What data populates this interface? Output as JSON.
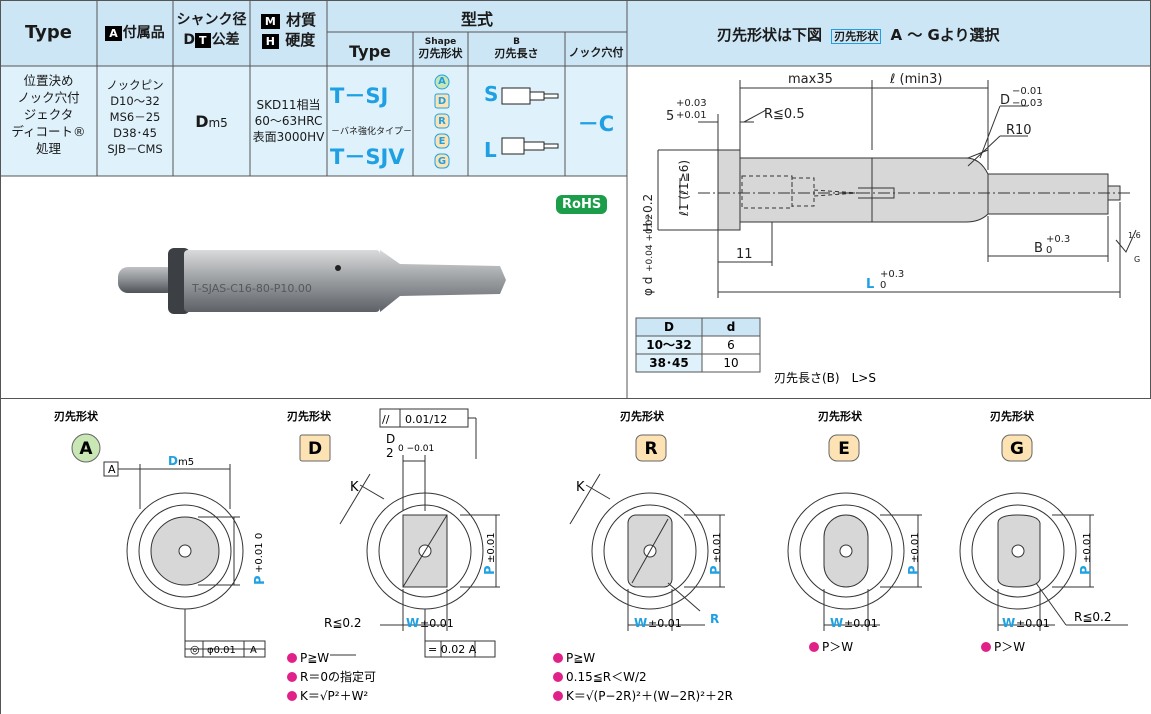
{
  "header": {
    "type": "Type",
    "fuzoku": "付属品",
    "fuzoku_prefix": "A",
    "shank1": "シャンク径",
    "shank2_prefix": "D",
    "shank2_mark": "T",
    "shank2": "公差",
    "mat_prefix": "M",
    "mat": "材質",
    "hard_prefix": "H",
    "hard": "硬度",
    "katashiki": "型式",
    "sub_type": "Type",
    "sub_shape_en": "Shape",
    "sub_shape_jp": "刃先形状",
    "sub_b_en": "B",
    "sub_b_jp": "刃先長さ",
    "sub_knock": "ノック穴付",
    "right_title_a": "刃先形状は下図",
    "right_title_box": "刃先形状",
    "right_title_b": "A ～ Gより選択"
  },
  "row": {
    "type_lines": [
      "位置決め",
      "ノック穴付",
      "ジェクタ",
      "ディコート®",
      "処理"
    ],
    "fuzoku_lines": [
      "ノックピン",
      "D10～32",
      "MS6－25",
      "D38･45",
      "SJB－CMS"
    ],
    "shank": "D",
    "shank_sub": "m5",
    "mat_lines": [
      "SKD11相当",
      "60～63HRC",
      "表面3000HV"
    ],
    "type1": "T－SJ",
    "type_note": "－バネ強化タイプ－",
    "type2": "T－SJV",
    "shapes": [
      "A",
      "D",
      "R",
      "E",
      "G"
    ],
    "b_s": "S",
    "b_l": "L",
    "knock": "－C",
    "rohs": "RoHS",
    "photo_marking": "T-SJAS-C16-80-P10.00"
  },
  "drawing": {
    "max35": "max35",
    "l_min": "ℓ (min3)",
    "five": "5",
    "five_tol_up": "+0.03",
    "five_tol_dn": "+0.01",
    "r05": "R≦0.5",
    "d_tol_label": "D",
    "d_tol_up": "−0.01",
    "d_tol_dn": "−0.03",
    "r10": "R10",
    "h_label": "H−0.2",
    "l1_label": "ℓ1 (ℓ1≧6)",
    "d_label": "φ d",
    "d_tol": "+0.04 +0.02",
    "eleven": "11",
    "b": "B",
    "b_tol_up": "+0.3",
    "b_tol_dn": "0",
    "L": "L",
    "L_tol_up": "+0.3",
    "L_tol_dn": "0",
    "rough": "1.6",
    "rough_g": "G",
    "table_head": [
      "D",
      "d"
    ],
    "table_rows": [
      [
        "10～32",
        "6"
      ],
      [
        "38･45",
        "10"
      ]
    ],
    "note": "刃先長さ(B)　L>S"
  },
  "shapes_section": {
    "title": "刃先形状",
    "A": {
      "letter": "A",
      "datum": "A",
      "dim": "D",
      "dim_sub": "m5",
      "p": "P",
      "p_tol": "+0.01 0",
      "fcf_sym": "◎",
      "fcf_val": "φ0.01",
      "fcf_ref": "A",
      "color": "#c9e7b4"
    },
    "D": {
      "letter": "D",
      "par": "//",
      "par_val": "0.01/12",
      "half_num": "D",
      "half_den": "2",
      "half_tol": "0 −0.01",
      "k": "K",
      "r": "R≦0.2",
      "w": "W",
      "w_tol": "±0.01",
      "p": "P",
      "p_tol": "±0.01",
      "sym_box": "= 0.02 A",
      "notes": [
        "P≧W",
        "R＝0の指定可",
        "K＝√P²＋W²"
      ],
      "color": "#fde3b4"
    },
    "R": {
      "letter": "R",
      "k": "K",
      "w": "W",
      "w_tol": "±0.01",
      "r": "R",
      "p": "P",
      "p_tol": "±0.01",
      "notes": [
        "P≧W",
        "0.15≦R＜W/2",
        "K＝√(P−2R)²＋(W−2R)²＋2R"
      ],
      "color": "#fde3b4"
    },
    "E": {
      "letter": "E",
      "w": "W",
      "w_tol": "±0.01",
      "p": "P",
      "p_tol": "±0.01",
      "notes": [
        "P＞W"
      ],
      "color": "#fde3b4"
    },
    "G": {
      "letter": "G",
      "w": "W",
      "w_tol": "±0.01",
      "r": "R≦0.2",
      "p": "P",
      "p_tol": "±0.01",
      "notes": [
        "P＞W"
      ],
      "color": "#fde3b4"
    }
  }
}
